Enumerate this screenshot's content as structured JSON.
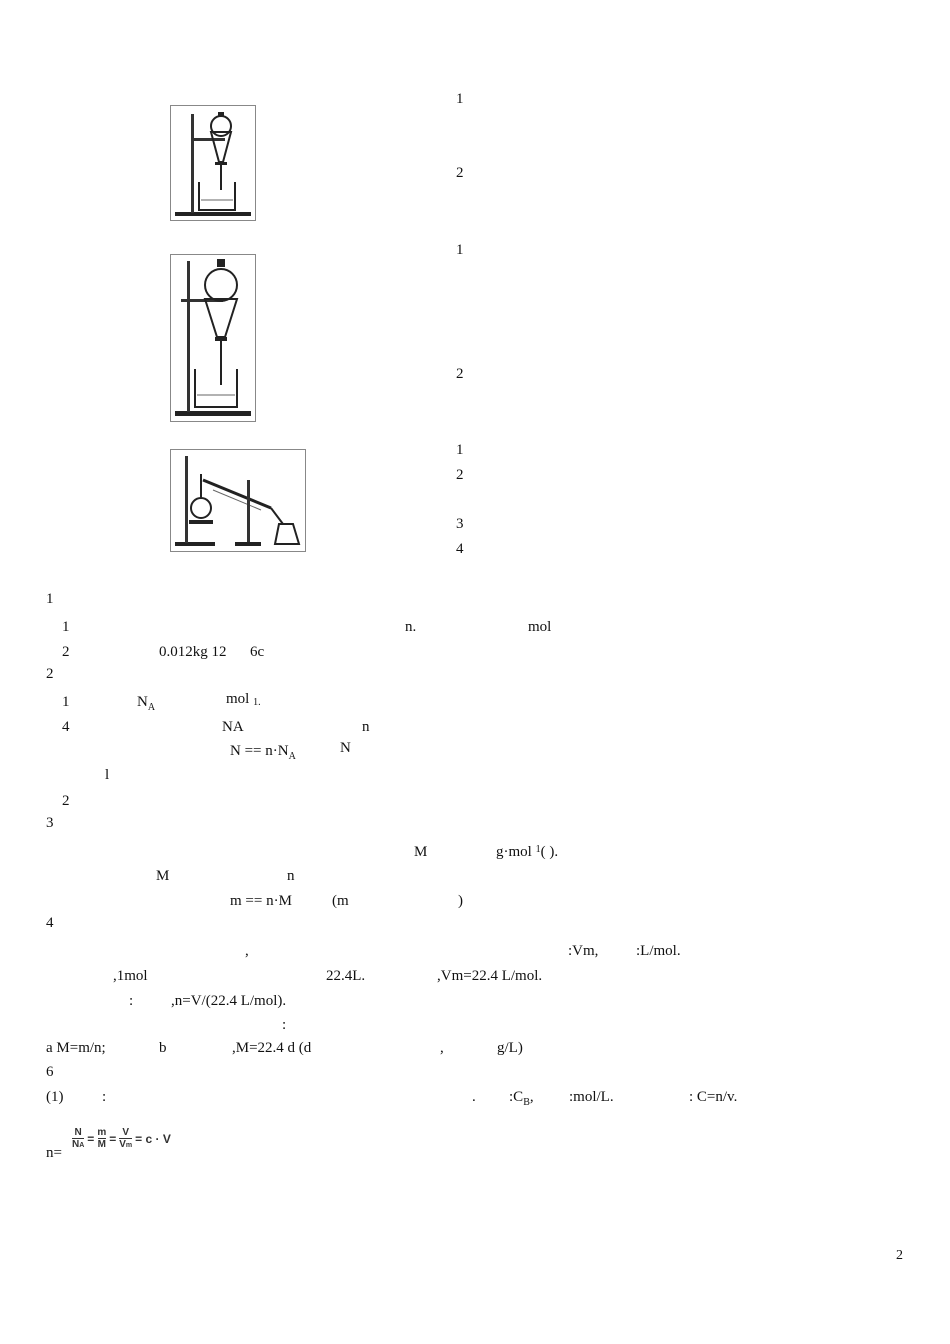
{
  "apparatus": {
    "top_markers": [
      "1",
      "2"
    ],
    "middle_markers": [
      "1",
      "2"
    ],
    "bottom_markers": [
      "1",
      "2",
      "3",
      "4"
    ]
  },
  "sections": {
    "s1": {
      "num": "1",
      "l1_num": "1",
      "l1_n": "n.",
      "l1_mol": "mol",
      "l2_num": "2",
      "l2_text": "0.012kg 12",
      "l2_c": "6c"
    },
    "s2": {
      "num": "2",
      "l1_num": "1",
      "l1_N": "N",
      "l1_A": "A",
      "l1_mol": "mol",
      "l1_sup": "1.",
      "l2_num": "4",
      "l2_NA": "NA",
      "l2_n": "n",
      "formula_pre": "N == n·N",
      "formula_sub": "A",
      "formula_N": "N",
      "l3_num": "l",
      "l4_num": "2"
    },
    "s3": {
      "num": "3",
      "M": "M",
      "unit": "g·mol",
      "unit_sup": "1",
      "unit_close": "(        ).",
      "M2": "M",
      "n2": "n",
      "formula": "m == n·M",
      "paren_open": "(m",
      "paren_close": ")"
    },
    "s4": {
      "num": "4",
      "comma": ",",
      "vm": ":Vm,",
      "unit": ":L/mol.",
      "l2a": ",1mol",
      "l2b": "22.4L.",
      "l2c": ",Vm=22.4 L/mol.",
      "l3a": ":",
      "l3b": ",n=V/(22.4 L/mol).",
      "l4": ":",
      "l5a": "a    M=m/n;",
      "l5b": "b",
      "l5c": ",M=22.4    d (d",
      "l5d": ",",
      "l5e": "g/L)"
    },
    "s6": {
      "num": "6",
      "l1a": "(1)",
      "l1b": ":",
      "l1c": ".",
      "l1d_pre": ":C",
      "l1d_sub": "B",
      "l1d_post": ",",
      "l1e": ":mol/L.",
      "l1f": ": C=n/v.",
      "n_label": "n=",
      "eq_N": "N",
      "eq_NA": "N",
      "eq_NA_sub": "A",
      "eq_m": "m",
      "eq_M": "M",
      "eq_V": "V",
      "eq_Vm": "V",
      "eq_Vm_sub": "m",
      "eq_tail": "= c · V"
    }
  },
  "page_number": "2"
}
